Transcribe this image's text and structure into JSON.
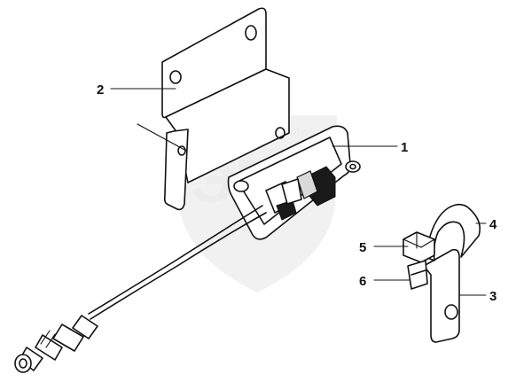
{
  "callouts": [
    {
      "id": "1",
      "label": "1"
    },
    {
      "id": "2",
      "label": "2"
    },
    {
      "id": "3",
      "label": "3"
    },
    {
      "id": "4",
      "label": "4"
    },
    {
      "id": "5",
      "label": "5"
    },
    {
      "id": "6",
      "label": "6"
    }
  ],
  "watermark": {
    "logo_text": "ЭПС",
    "subtitle": "ТЕХНИКА ● ЗАПЧАСТИ"
  }
}
